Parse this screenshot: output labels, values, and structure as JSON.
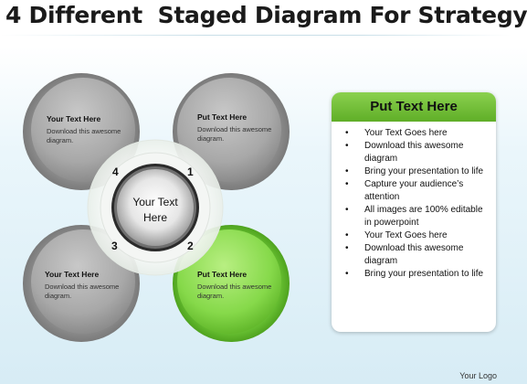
{
  "title": "4 Different  Staged Diagram For Strategy",
  "center": {
    "line1": "Your Text",
    "line2": "Here"
  },
  "stages": [
    {
      "number": "1",
      "heading": "Put Text Here",
      "body": "Download this awesome diagram."
    },
    {
      "number": "2",
      "heading": "Put Text Here",
      "body": "Download this awesome diagram."
    },
    {
      "number": "3",
      "heading": "Your Text Here",
      "body": "Download this awesome diagram."
    },
    {
      "number": "4",
      "heading": "Your Text Here",
      "body": "Download this awesome diagram."
    }
  ],
  "panel": {
    "heading": "Put Text Here",
    "bullet_symbol": "•",
    "items": [
      "Your Text Goes here",
      "Download this awesome diagram",
      "Bring your presentation to life",
      "Capture your audience’s attention",
      "All images are 100% editable in powerpoint",
      "Your Text Goes here",
      "Download this awesome diagram",
      "Bring your presentation to life"
    ]
  },
  "logo": "Your Logo",
  "colors": {
    "gray_circle": "#9a9a9a",
    "green_circle": "#7ed43f",
    "panel_header": "#6cbf32"
  }
}
